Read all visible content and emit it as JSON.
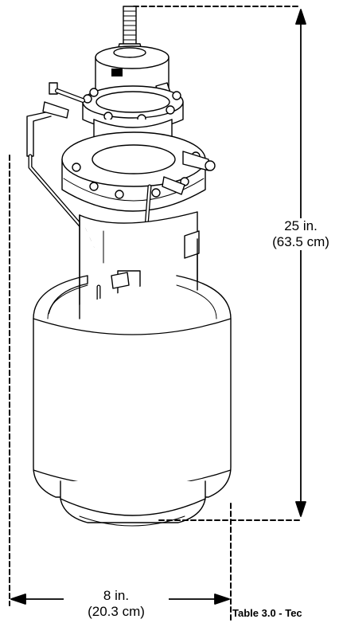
{
  "dimensions": {
    "height": {
      "imperial": "25 in.",
      "metric": "(63.5 cm)"
    },
    "width": {
      "imperial": "8 in.",
      "metric": "(20.3 cm)"
    }
  },
  "caption": "Table 3.0 - Tec",
  "colors": {
    "line": "#000000",
    "background": "#ffffff"
  }
}
